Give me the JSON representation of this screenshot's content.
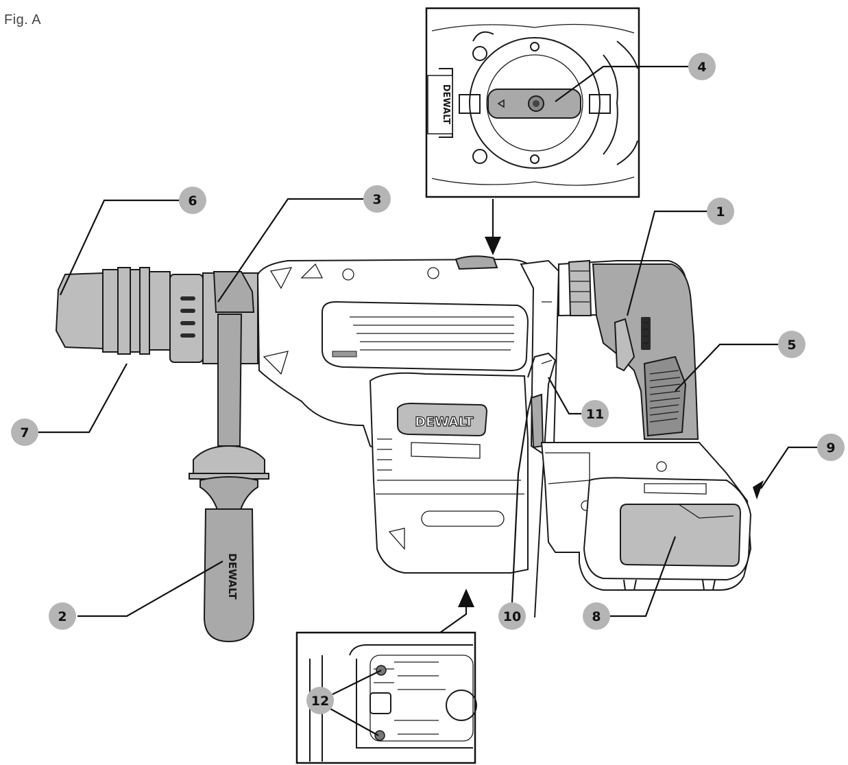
{
  "figure": {
    "label": "Fig. A",
    "brand_text": "DEWALT",
    "callouts": [
      {
        "number": "1"
      },
      {
        "number": "2"
      },
      {
        "number": "3"
      },
      {
        "number": "4"
      },
      {
        "number": "5"
      },
      {
        "number": "6"
      },
      {
        "number": "7"
      },
      {
        "number": "8"
      },
      {
        "number": "9"
      },
      {
        "number": "10"
      },
      {
        "number": "11"
      },
      {
        "number": "12"
      }
    ]
  },
  "colors": {
    "callout_fill": "#b5b5b5",
    "line": "#1a1a1a",
    "shade_light": "#bdbdbd",
    "shade_mid": "#a9a9a9",
    "shade_dark": "#8e8e8e"
  }
}
